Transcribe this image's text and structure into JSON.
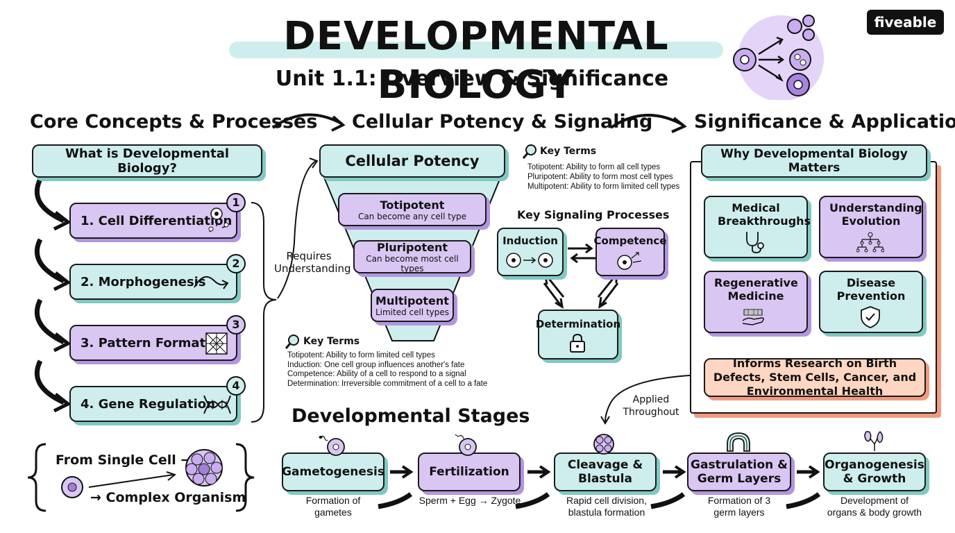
{
  "header": {
    "title": "DEVELOPMENTAL BIOLOGY",
    "subtitle": "Unit 1.1: Overview & Significance",
    "brand": "fiveable"
  },
  "sections": {
    "core": "Core Concepts & Processes",
    "potency": "Cellular Potency & Signaling",
    "significance": "Significance & Applications"
  },
  "core": {
    "what_is": "What is Developmental Biology?",
    "items": [
      {
        "num": "1",
        "label": "1. Cell Differentiation",
        "icon": "cell-division-icon"
      },
      {
        "num": "2",
        "label": "2. Morphogenesis",
        "icon": "wave-arrow-icon"
      },
      {
        "num": "3",
        "label": "3. Pattern Formation",
        "icon": "pattern-grid-icon"
      },
      {
        "num": "4",
        "label": "4. Gene Regulation",
        "icon": "dna-icon"
      }
    ],
    "requires": "Requires Understanding",
    "from_single": "From Single Cell →",
    "complex": "→ Complex Organism"
  },
  "potency": {
    "title": "Cellular Potency",
    "levels": [
      {
        "name": "Totipotent",
        "desc": "Can become any cell type"
      },
      {
        "name": "Pluripotent",
        "desc": "Can become most cell types"
      },
      {
        "name": "Multipotent",
        "desc": "Limited cell types"
      }
    ]
  },
  "key_terms_top": {
    "title": "Key Terms",
    "lines": [
      "Totipotent: Ability to form all cell types",
      "Pluripotent: Ability to form most cell types",
      "Multipotent: Ability to form limited cell types"
    ]
  },
  "key_terms_bottom": {
    "title": "Key Terms",
    "lines": [
      "Totipotent: Ability to form limited cell types",
      "Induction: One cell group influences another's fate",
      "Competence: Ability of a cell to respond to a signal",
      "Determination: Irreversible commitment of a cell to a fate"
    ]
  },
  "signaling": {
    "title": "Key Signaling Processes",
    "induction": "Induction",
    "competence": "Competence",
    "determination": "Determination"
  },
  "significance": {
    "why": "Why Developmental Biology Matters",
    "cards": [
      {
        "label": "Medical Breakthroughs",
        "icon": "stethoscope-icon"
      },
      {
        "label": "Understanding Evolution",
        "icon": "tree-icon"
      },
      {
        "label": "Regenerative Medicine",
        "icon": "hand-tissue-icon"
      },
      {
        "label": "Disease Prevention",
        "icon": "shield-check-icon"
      }
    ],
    "informs": "Informs Research on Birth Defects, Stem Cells, Cancer, and Environmental Health",
    "applied": "Applied Throughout"
  },
  "stages": {
    "title": "Developmental Stages",
    "items": [
      {
        "name": "Gametogenesis",
        "desc": "Formation of gametes"
      },
      {
        "name": "Fertilization",
        "desc": "Sperm + Egg → Zygote"
      },
      {
        "name": "Cleavage & Blastula",
        "desc": "Rapid cell division, blastula formation"
      },
      {
        "name": "Gastrulation & Germ Layers",
        "desc": "Formation of 3 germ layers"
      },
      {
        "name": "Organogenesis & Growth",
        "desc": "Development of organs & body growth"
      }
    ]
  },
  "colors": {
    "teal": "#cdeeec",
    "purple": "#d9c6f2",
    "salmon": "#ffd6c2",
    "accent_purple": "#a27fd6"
  }
}
